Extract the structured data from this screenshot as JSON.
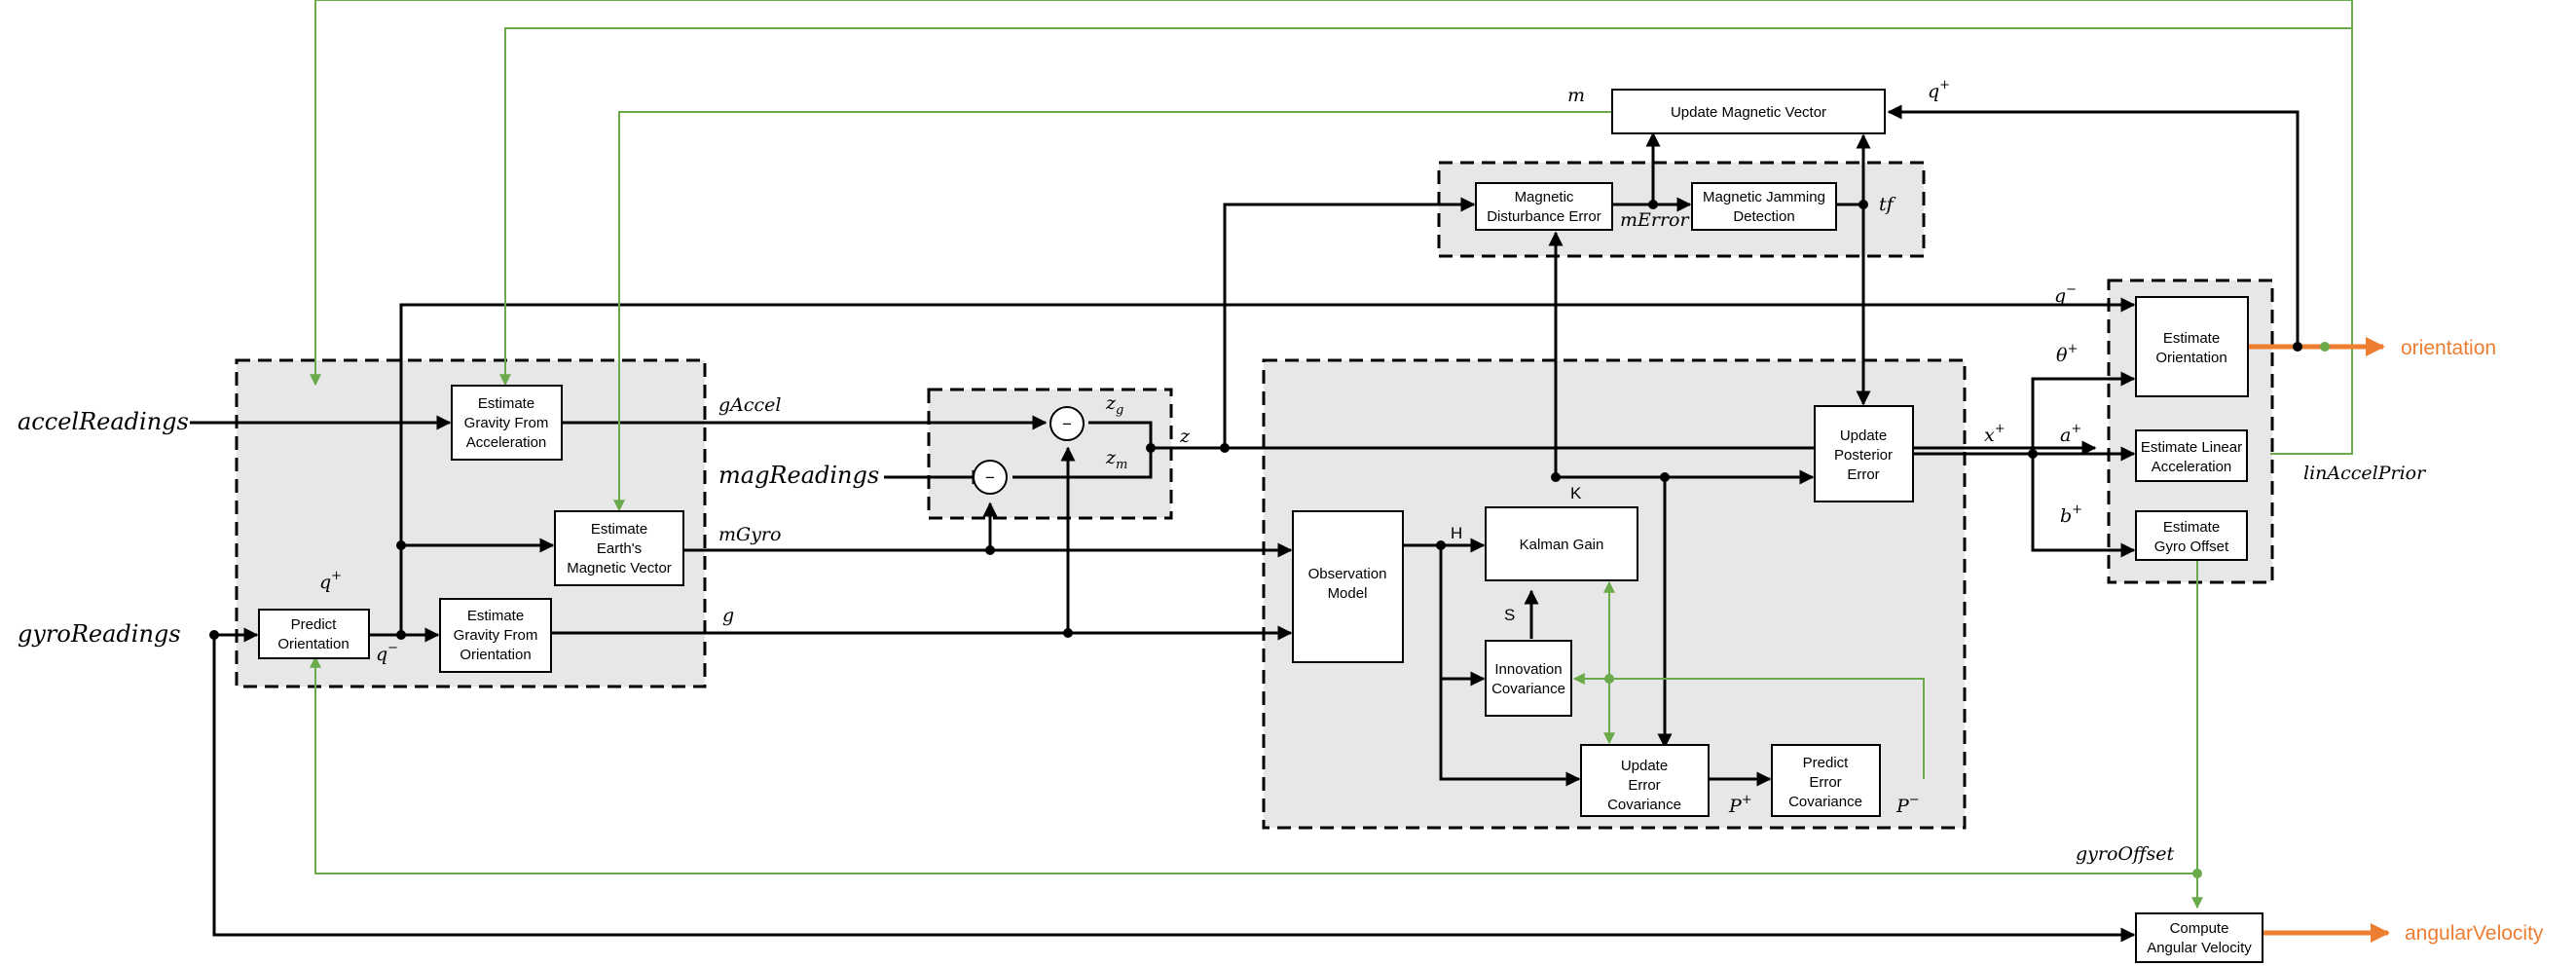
{
  "inputs": {
    "accel": "accelReadings",
    "mag": "magReadings",
    "gyro": "gyroReadings"
  },
  "outputs": {
    "orientation": "orientation",
    "angular_velocity": "angularVelocity"
  },
  "blocks": {
    "est_gravity_accel": [
      "Estimate",
      "Gravity From",
      "Acceleration"
    ],
    "est_earth_mag": [
      "Estimate",
      "Earth's",
      "Magnetic Vector"
    ],
    "predict_orientation": [
      "Predict",
      "Orientation"
    ],
    "est_gravity_orient": [
      "Estimate",
      "Gravity From",
      "Orientation"
    ],
    "mag_disturbance": [
      "Magnetic",
      "Disturbance Error"
    ],
    "mag_jamming": [
      "Magnetic Jamming",
      "Detection"
    ],
    "update_mag_vector": [
      "Update Magnetic Vector"
    ],
    "observation_model": [
      "Observation",
      "Model"
    ],
    "kalman_gain": [
      "Kalman Gain"
    ],
    "innovation_cov": [
      "Innovation",
      "Covariance"
    ],
    "update_error_cov": [
      "Update",
      "Error",
      "Covariance"
    ],
    "predict_error_cov": [
      "Predict",
      "Error",
      "Covariance"
    ],
    "update_posterior": [
      "Update",
      "Posterior",
      "Error"
    ],
    "est_orientation": [
      "Estimate",
      "Orientation"
    ],
    "est_lin_accel": [
      "Estimate Linear",
      "Acceleration"
    ],
    "est_gyro_offset": [
      "Estimate",
      "Gyro Offset"
    ],
    "compute_ang_vel": [
      "Compute",
      "Angular Velocity"
    ]
  },
  "signals": {
    "gAccel": "gAccel",
    "mGyro": "mGyro",
    "g": "g",
    "z": "z",
    "zg": "z",
    "zg_sub": "g",
    "zm": "z",
    "zm_sub": "m",
    "m": "m",
    "mError": "mError",
    "tf": "tf",
    "q_plus_top": "q",
    "q_plus_top_sup": "+",
    "q_minus_top": "q",
    "q_minus_top_sup": "−",
    "q_plus_left": "q",
    "q_plus_left_sup": "+",
    "q_minus_left": "q",
    "q_minus_left_sup": "−",
    "theta_plus": "θ",
    "theta_plus_sup": "+",
    "a_plus": "a",
    "a_plus_sup": "+",
    "b_plus": "b",
    "b_plus_sup": "+",
    "x_plus": "x",
    "x_plus_sup": "+",
    "P_plus": "P",
    "P_plus_sup": "+",
    "P_minus": "P",
    "P_minus_sup": "−",
    "H": "H",
    "K": "K",
    "S": "S",
    "linAccelPrior": "linAccelPrior",
    "gyroOffset": "gyroOffset",
    "minus_sign": "−"
  },
  "colors": {
    "feedback": "#6aaa4a",
    "output": "#ed7d31",
    "group_fill": "#e7e7e7"
  }
}
